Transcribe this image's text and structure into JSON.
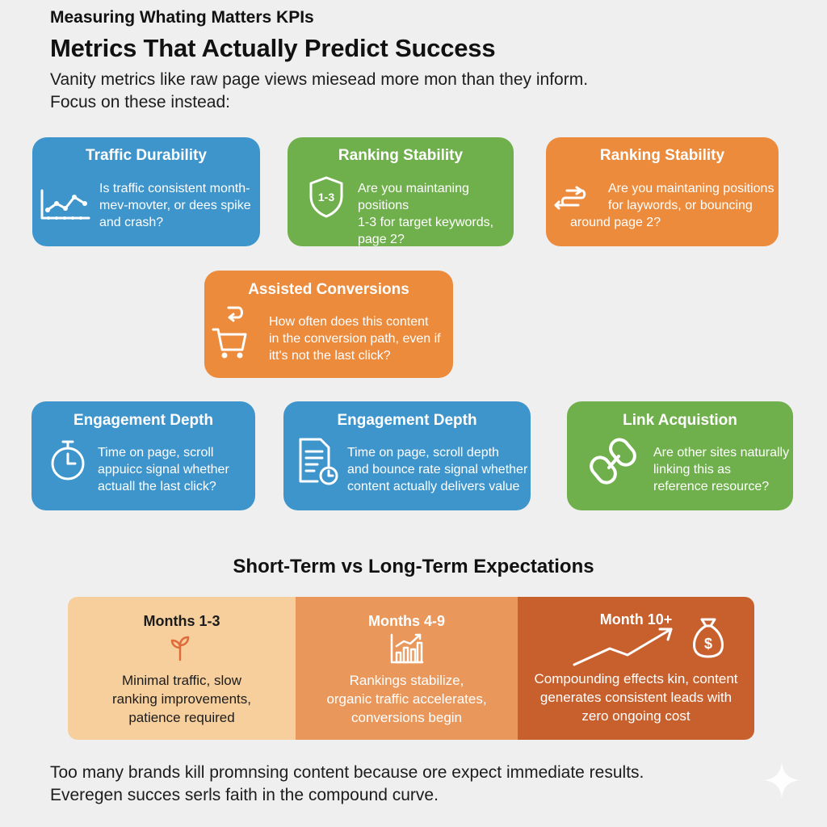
{
  "header": {
    "kicker": "Measuring Whating Matters KPIs",
    "title": "Metrics That Actually Predict Success",
    "intro_line1": "Vanity metrics like raw page views miesead more mon than they inform.",
    "intro_line2": "Focus on these instead:"
  },
  "cards": [
    {
      "title": "Traffic Durability",
      "lines": [
        "Is traffic consistent month-",
        "mev-movter, or dees spike",
        "and crash?"
      ],
      "icon": "line-chart-icon",
      "color": "#3d95cc"
    },
    {
      "title": "Ranking Stability",
      "lines": [
        "Are you maintaning positions",
        "1-3 for target keywords,",
        "page 2?"
      ],
      "icon": "shield-icon",
      "icon_text": "1-3",
      "color": "#6fb04c"
    },
    {
      "title": "Ranking Stability",
      "lines": [
        "Are you maintaning positions",
        "for laywords, or bouncing",
        "around page 2?"
      ],
      "icon": "bounce-arrows-icon",
      "color": "#ec8b3c"
    },
    {
      "title": "Assisted Conversions",
      "lines": [
        "How often does this content",
        "in the conversion path, even if",
        "itt's not the last click?"
      ],
      "icon": "cart-icon",
      "color": "#ec8b3c"
    },
    {
      "title": "Engagement Depth",
      "lines": [
        "Time on page, scroll",
        "appuicc signal whether",
        "actuall the last click?"
      ],
      "icon": "stopwatch-icon",
      "color": "#3d95cc"
    },
    {
      "title": "Engagement Depth",
      "lines": [
        "Time on page, scroll depth",
        "and bounce rate signal whether",
        "content actually delivers value"
      ],
      "icon": "document-clock-icon",
      "color": "#3d95cc"
    },
    {
      "title": "Link Acquistion",
      "lines": [
        "Are other sites naturally",
        "linking this as",
        "reference resource?"
      ],
      "icon": "chain-link-icon",
      "color": "#6fb04c"
    }
  ],
  "timeline": {
    "title": "Short-Term vs Long-Term Expectations",
    "phases": [
      {
        "label": "Months 1-3",
        "lines": [
          "Minimal traffic, slow",
          "ranking improvements,",
          "patience required"
        ],
        "icon": "sprout-icon",
        "color": "#f6cf9d"
      },
      {
        "label": "Months 4-9",
        "lines": [
          "Rankings stabilize,",
          "organic traffic accelerates,",
          "conversions begin"
        ],
        "icon": "bar-chart-icon",
        "color": "#e9975a"
      },
      {
        "label": "Month 10+",
        "lines": [
          "Compounding effects kin, content",
          "generates consistent leads with",
          "zero ongoing cost"
        ],
        "icon": "money-bag-icon",
        "icon_text": "$",
        "color": "#c8602e"
      }
    ]
  },
  "footer": {
    "line1": "Too many brands kill promnsing content because ore expect immediate results.",
    "line2": "Everegen succes serls faith in the compound curve."
  }
}
